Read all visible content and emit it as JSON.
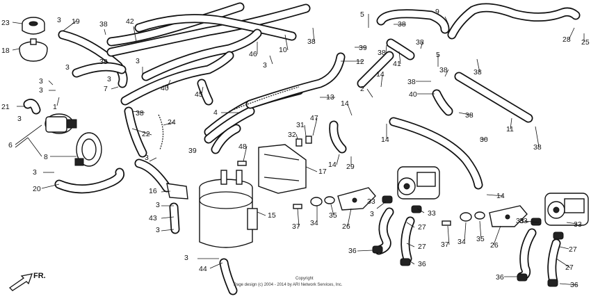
{
  "front_label": "FR.",
  "copyright": {
    "line1": "Copyright",
    "line2": "Page design (c) 2004 - 2014 by ARI Network Services, Inc."
  },
  "callouts": [
    "23",
    "3",
    "19",
    "38",
    "42",
    "18",
    "3",
    "38",
    "3",
    "3",
    "1",
    "7",
    "21",
    "3",
    "3",
    "3",
    "40",
    "45",
    "38",
    "22",
    "24",
    "6",
    "8",
    "3",
    "20",
    "3",
    "39",
    "16",
    "3",
    "43",
    "3",
    "3",
    "44",
    "46",
    "3",
    "10",
    "38",
    "4",
    "48",
    "32",
    "31",
    "47",
    "17",
    "15",
    "37",
    "34",
    "35",
    "26",
    "33",
    "3",
    "33",
    "36",
    "27",
    "36",
    "27",
    "5",
    "38",
    "9",
    "38",
    "41",
    "38",
    "39",
    "12",
    "13",
    "2",
    "14",
    "14",
    "14",
    "29",
    "14",
    "38",
    "40",
    "38",
    "30",
    "11",
    "38",
    "28",
    "25",
    "38",
    "5",
    "38",
    "33",
    "14",
    "33",
    "34",
    "37",
    "35",
    "26",
    "33",
    "27",
    "36",
    "27",
    "36"
  ]
}
